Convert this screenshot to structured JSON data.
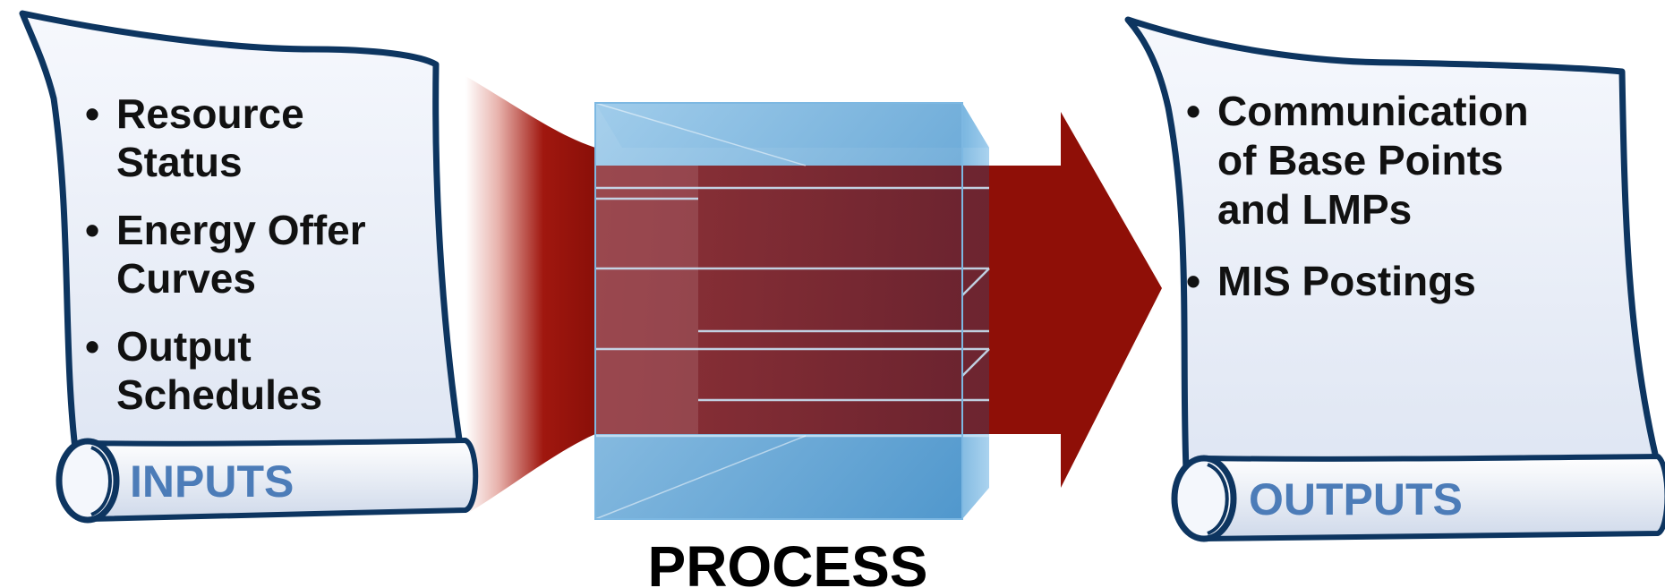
{
  "inputs": {
    "label": "INPUTS",
    "items": [
      {
        "line1": "Resource",
        "line2": "Status"
      },
      {
        "line1": "Energy Offer",
        "line2": "Curves"
      },
      {
        "line1": "Output",
        "line2": "Schedules"
      }
    ]
  },
  "process": {
    "label": "PROCESS"
  },
  "outputs": {
    "label": "OUTPUTS",
    "items": [
      {
        "line1": "Communication",
        "line2": "of Base Points",
        "line3": "and LMPs"
      },
      {
        "line1": "MIS Postings"
      }
    ]
  },
  "bullet_char": "•",
  "colors": {
    "scroll_border": "#0d3560",
    "scroll_fill": "#eef2fa",
    "label_blue": "#4c7cb8",
    "arrow_red": "#8f0f07",
    "cube_blue": "#5fa3d6"
  }
}
